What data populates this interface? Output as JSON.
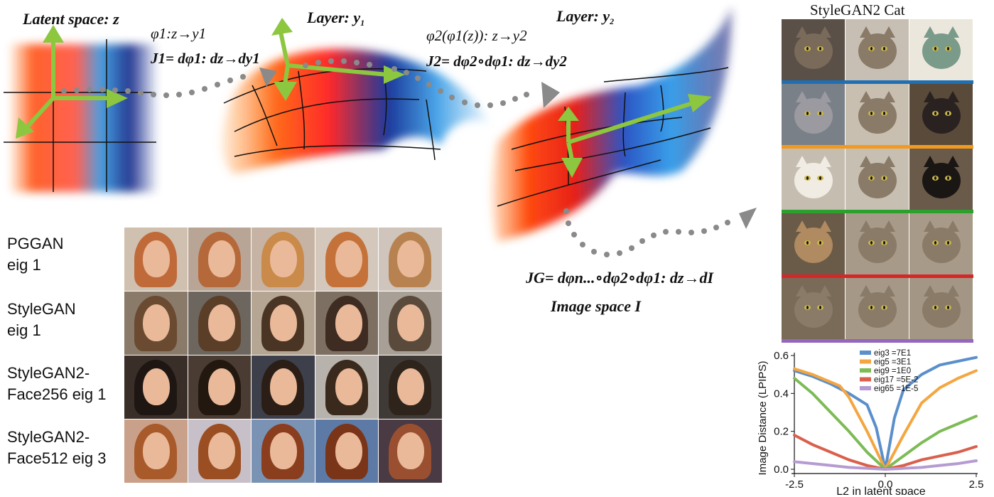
{
  "labels": {
    "latent": "Latent space: z",
    "layer1": "Layer: y",
    "layer1_sub": "1",
    "layer2": "Layer: y",
    "layer2_sub": "2",
    "phi1_map": "φ1:z→y1",
    "j1": "J1= dφ1: dz→dy1",
    "phi2_map": "φ2(φ1(z)): z→y2",
    "j2": "J2= dφ2∘dφ1: dz→dy2",
    "jg": "JG= dφn...∘dφ2∘dφ1: dz→dI",
    "image_space": "Image space I",
    "cat_title": "StyleGAN2 Cat"
  },
  "face_rows": [
    {
      "line1": "PGGAN",
      "line2": "eig 1"
    },
    {
      "line1": "StyleGAN",
      "line2": "eig 1"
    },
    {
      "line1": "StyleGAN2-",
      "line2": "Face256 eig 1"
    },
    {
      "line1": "StyleGAN2-",
      "line2": "Face512 eig 3"
    }
  ],
  "colors": {
    "arrow_green": "#8dc63f",
    "dot_gray": "#8a8a8a",
    "sep_colors": [
      "#1f6fb4",
      "#f39a1e",
      "#2ca02c",
      "#d62728",
      "#9467bd"
    ]
  },
  "chart_data": {
    "type": "line",
    "title": "",
    "xlabel": "L2 in latent space",
    "ylabel": "Image Distance (LPIPS)",
    "xlim": [
      -2.5,
      2.5
    ],
    "ylim": [
      0.0,
      0.6
    ],
    "xticks": [
      "-2.5",
      "0.0",
      "2.5"
    ],
    "yticks": [
      "0.0",
      "0.2",
      "0.4",
      "0.6"
    ],
    "legend": "top-right",
    "series": [
      {
        "name": "eig3 =7E1",
        "color": "#5b8fcb",
        "x": [
          -2.5,
          -2.0,
          -1.5,
          -1.0,
          -0.5,
          -0.25,
          0.0,
          0.25,
          0.5,
          1.0,
          1.5,
          2.0,
          2.5
        ],
        "y": [
          0.52,
          0.49,
          0.45,
          0.4,
          0.34,
          0.22,
          0.0,
          0.27,
          0.42,
          0.5,
          0.55,
          0.57,
          0.59
        ]
      },
      {
        "name": "eig5 =3E1",
        "color": "#f4a640",
        "x": [
          -2.5,
          -2.0,
          -1.5,
          -1.25,
          -1.0,
          -0.5,
          0.0,
          0.5,
          1.0,
          1.5,
          2.0,
          2.5
        ],
        "y": [
          0.53,
          0.5,
          0.46,
          0.44,
          0.38,
          0.2,
          0.0,
          0.18,
          0.35,
          0.43,
          0.48,
          0.52
        ]
      },
      {
        "name": "eig9 =1E0",
        "color": "#7dbb55",
        "x": [
          -2.5,
          -2.0,
          -1.5,
          -1.0,
          -0.5,
          0.0,
          0.5,
          1.0,
          1.5,
          2.0,
          2.5
        ],
        "y": [
          0.48,
          0.4,
          0.3,
          0.2,
          0.09,
          0.0,
          0.07,
          0.14,
          0.2,
          0.24,
          0.28
        ]
      },
      {
        "name": "eig17 =5E-2",
        "color": "#d9604c",
        "x": [
          -2.5,
          -2.0,
          -1.5,
          -1.0,
          -0.5,
          0.0,
          0.5,
          1.0,
          1.5,
          2.0,
          2.5
        ],
        "y": [
          0.18,
          0.13,
          0.09,
          0.05,
          0.02,
          0.0,
          0.02,
          0.05,
          0.07,
          0.09,
          0.12
        ]
      },
      {
        "name": "eig65 =1E-5",
        "color": "#b69bd1",
        "x": [
          -2.5,
          -2.0,
          -1.5,
          -1.0,
          -0.5,
          0.0,
          0.5,
          1.0,
          1.5,
          2.0,
          2.5
        ],
        "y": [
          0.04,
          0.03,
          0.02,
          0.01,
          0.005,
          0.0,
          0.005,
          0.01,
          0.02,
          0.03,
          0.045
        ]
      }
    ]
  }
}
